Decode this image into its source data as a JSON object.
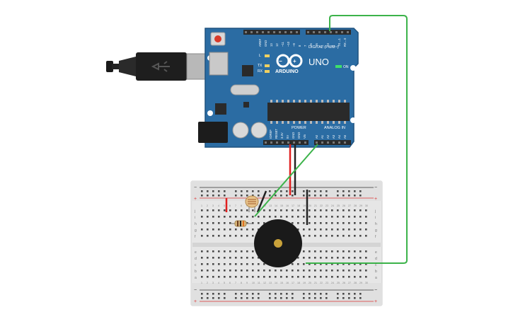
{
  "board": {
    "brand": "ARDUINO",
    "model": "UNO",
    "digital_label": "DIGITAL (PWM~)",
    "power_label": "POWER",
    "analog_label": "ANALOG IN",
    "on_label": "ON",
    "led_labels": [
      "L",
      "TX",
      "RX"
    ],
    "top_pin_labels": [
      "AREF",
      "GND",
      "13",
      "12",
      "~11",
      "~10",
      "~9",
      "8",
      "7",
      "~6",
      "~5",
      "4",
      "~3",
      "2",
      "TX→1",
      "RX←0"
    ],
    "power_pin_labels": [
      "IOREF",
      "RESET",
      "3.3V",
      "5V",
      "GND",
      "GND",
      "Vin"
    ],
    "analog_pin_labels": [
      "A0",
      "A1",
      "A2",
      "A3",
      "A4",
      "A5"
    ],
    "colors": {
      "board": "#2b6ca3",
      "board_edge": "#1f527f",
      "chip": "#2a2a2a",
      "header": "#2b2b2b"
    }
  },
  "breadboard": {
    "row_labels_top": [
      "j",
      "i",
      "h",
      "g",
      "f"
    ],
    "row_labels_bottom": [
      "e",
      "d",
      "c",
      "b",
      "a"
    ],
    "rail_plus": "+",
    "rail_minus": "−",
    "column_labels": [
      "1",
      "2",
      "3",
      "4",
      "5",
      "6",
      "7",
      "8",
      "9",
      "10",
      "11",
      "12",
      "13",
      "14",
      "15",
      "16",
      "17",
      "18",
      "19",
      "20",
      "21",
      "22",
      "23",
      "24",
      "25",
      "26",
      "27",
      "28",
      "29",
      "30"
    ],
    "colors": {
      "body": "#e6e6e6",
      "hole": "#4a4a4a",
      "rail_red": "#d33",
      "rail_black": "#333"
    }
  },
  "components": {
    "usb_cable": "usb-cable",
    "photoresistor": "photoresistor",
    "resistor": "resistor",
    "buzzer": "piezo-buzzer"
  },
  "wires": {
    "colors": {
      "red": "#e02020",
      "black": "#222222",
      "green": "#3cb34a"
    }
  }
}
